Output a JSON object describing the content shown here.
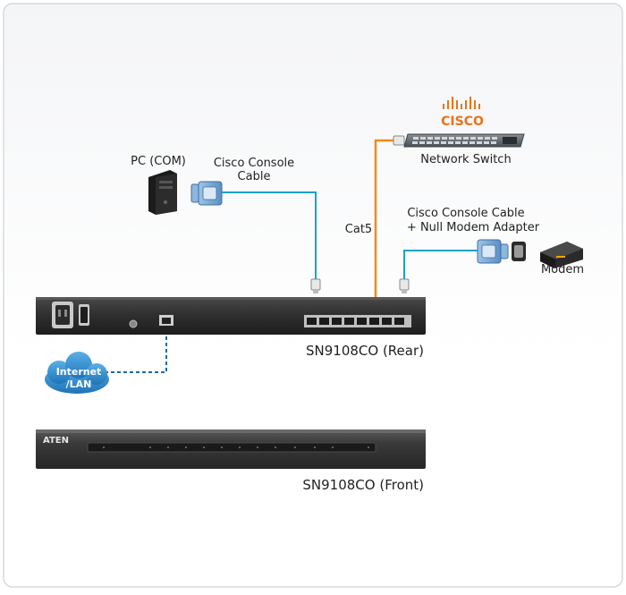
{
  "labels": {
    "pc": "PC (COM)",
    "cisco_console_cable_line1": "Cisco Console",
    "cisco_console_cable_line2": "Cable",
    "cisco_logo": "CISCO",
    "network_switch": "Network Switch",
    "cat5": "Cat5",
    "console_null_line1": "Cisco Console Cable",
    "console_null_line2": "+ Null Modem Adapter",
    "modem": "Modem",
    "internet_line1": "Internet",
    "internet_line2": "/LAN",
    "rear_caption": "SN9108CO (Rear)",
    "front_caption": "SN9108CO (Front)",
    "aten_logo": "ATEN"
  },
  "colors": {
    "console_cable": "#1aa3c8",
    "cat5_cable": "#f28a1a",
    "lan_cable": "#1f6aa8",
    "cloud": "#2a8ad0",
    "cisco_brand": "#e8741c",
    "device_body": "#3a3a3a"
  }
}
